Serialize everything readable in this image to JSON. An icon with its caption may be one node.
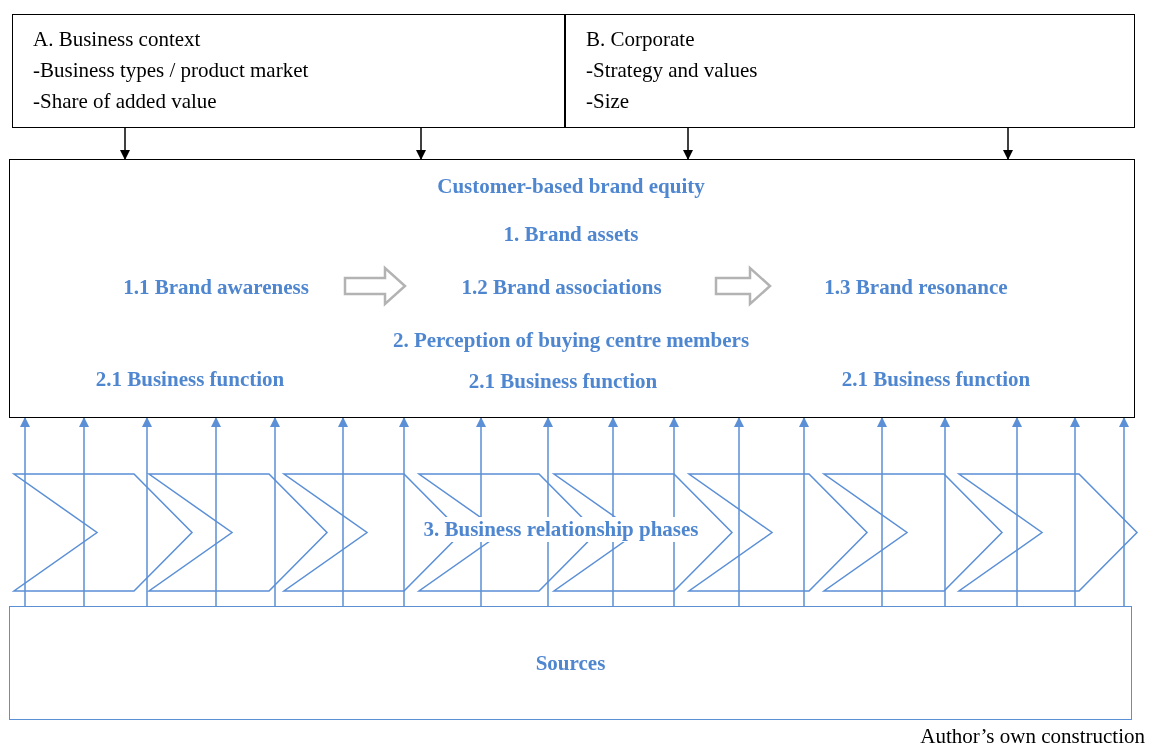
{
  "diagram": {
    "caption": "Author’s own construction",
    "nodes": [
      {
        "text": [
          "A. Business context",
          "-Business types / product market",
          "-Share of added value"
        ]
      },
      {
        "text": [
          "B. Corporate",
          "-Strategy and values",
          "-Size"
        ]
      },
      {
        "text": [
          "Customer-based brand equity",
          "1. Brand assets",
          "2. Perception of buying centre members",
          "2.1 Business function",
          "2.1 Business function",
          "2.1 Business function"
        ]
      },
      {
        "text": [
          "1.1 Brand awareness"
        ],
        "in": 2
      },
      {
        "text": [
          "1.2 Brand associations"
        ],
        "in": 2
      },
      {
        "text": [
          "1.3 Brand resonance"
        ],
        "in": 2
      },
      {
        "text": [
          "Sources"
        ]
      }
    ],
    "edges": [
      {
        "from": 0,
        "to": 2,
        "arrow": "to",
        "color": "#000000"
      },
      {
        "from": 0,
        "to": 2,
        "arrow": "to",
        "color": "#000000"
      },
      {
        "from": 1,
        "to": 2,
        "arrow": "to",
        "color": "#000000"
      },
      {
        "from": 1,
        "to": 2,
        "arrow": "to",
        "color": "#000000"
      },
      {
        "from": 3,
        "to": 4,
        "arrow": "to",
        "style": "thick",
        "color": "#b3b3b3"
      },
      {
        "from": 4,
        "to": 5,
        "arrow": "to",
        "style": "thick",
        "color": "#b3b3b3"
      },
      {
        "from": 6,
        "to": 2,
        "arrow": "to"
      },
      {
        "from": 6,
        "to": 2,
        "arrow": "to"
      },
      {
        "from": 6,
        "to": 2,
        "arrow": "to"
      },
      {
        "from": 6,
        "to": 2,
        "arrow": "to"
      },
      {
        "from": 6,
        "to": 2,
        "arrow": "to"
      },
      {
        "from": 6,
        "to": 2,
        "arrow": "to"
      },
      {
        "from": 6,
        "to": 2,
        "arrow": "to"
      },
      {
        "from": 6,
        "to": 2,
        "arrow": "to"
      },
      {
        "from": 6,
        "to": 2,
        "arrow": "to"
      },
      {
        "from": 6,
        "to": 2,
        "arrow": "to"
      },
      {
        "from": 6,
        "to": 2,
        "arrow": "to"
      },
      {
        "from": 6,
        "to": 2,
        "arrow": "to"
      },
      {
        "from": 6,
        "to": 2,
        "arrow": "to"
      },
      {
        "from": 6,
        "to": 2,
        "arrow": "to"
      },
      {
        "from": 6,
        "to": 2,
        "arrow": "to"
      },
      {
        "from": 6,
        "to": 2,
        "arrow": "to"
      },
      {
        "from": 6,
        "to": 2,
        "arrow": "to"
      },
      {
        "from": 6,
        "to": 2,
        "arrow": "to"
      }
    ],
    "labels": [
      "3. Business relationship phases"
    ]
  }
}
